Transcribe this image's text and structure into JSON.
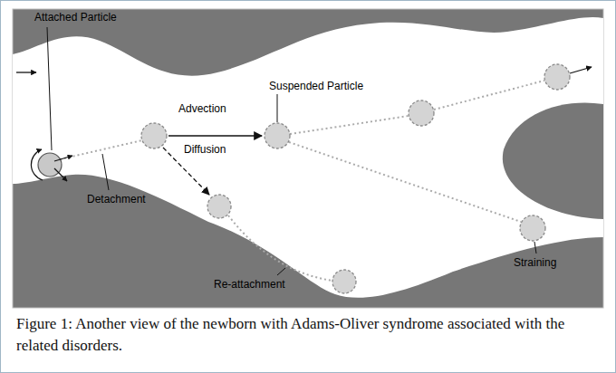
{
  "diagram": {
    "caption": "Figure 1: Another view of the newborn with Adams-Oliver syndrome associated with the related disorders.",
    "labels": [
      "Attached Particle",
      "Advection",
      "Suspended Particle",
      "Detachment",
      "Diffusion",
      "Re-attachment",
      "Straining"
    ]
  }
}
